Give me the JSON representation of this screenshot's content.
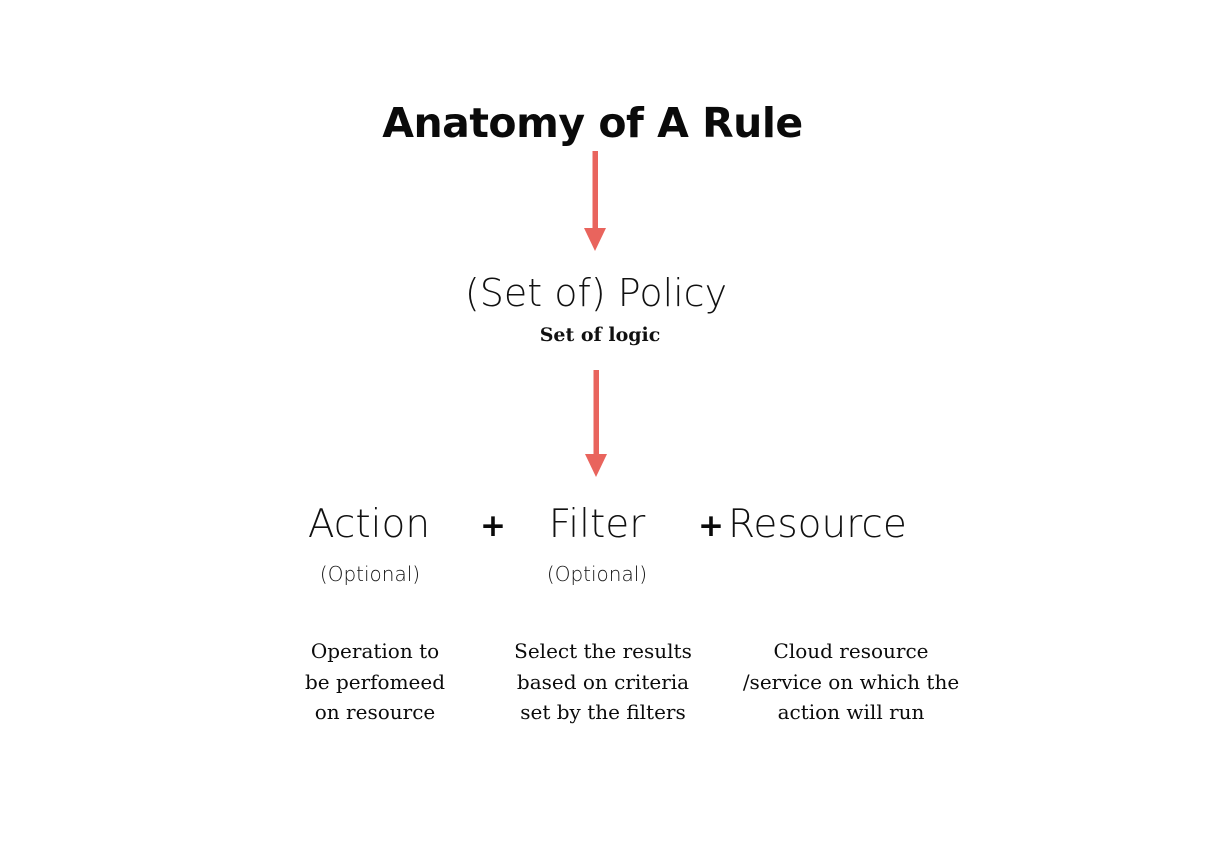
{
  "diagram": {
    "title": "Anatomy of A Rule",
    "background_color": "#ffffff",
    "text_color": "#111111",
    "arrow_color": "#e9645d",
    "levels": {
      "policy": {
        "term": "(Set of) Policy",
        "description": "Set of logic"
      },
      "components": {
        "operator_1": "+",
        "operator_2": "+",
        "items": [
          {
            "term": "Action",
            "optional_label": "(Optional)",
            "description_lines": [
              "Operation to",
              "be perfomeed",
              "on resource"
            ]
          },
          {
            "term": "Filter",
            "optional_label": "(Optional)",
            "description_lines": [
              "Select the results",
              "based on criteria",
              "set by the filters"
            ]
          },
          {
            "term": "Resource",
            "optional_label": "",
            "description_lines": [
              "Cloud resource",
              "/service on which the",
              "action will run"
            ]
          }
        ]
      }
    },
    "arrows": [
      {
        "name": "arrow-title-to-policy",
        "from": "Anatomy of A Rule",
        "to": "(Set of) Policy"
      },
      {
        "name": "arrow-policy-to-components",
        "from": "(Set of) Policy",
        "to": "Action + Filter + Resource"
      }
    ]
  }
}
